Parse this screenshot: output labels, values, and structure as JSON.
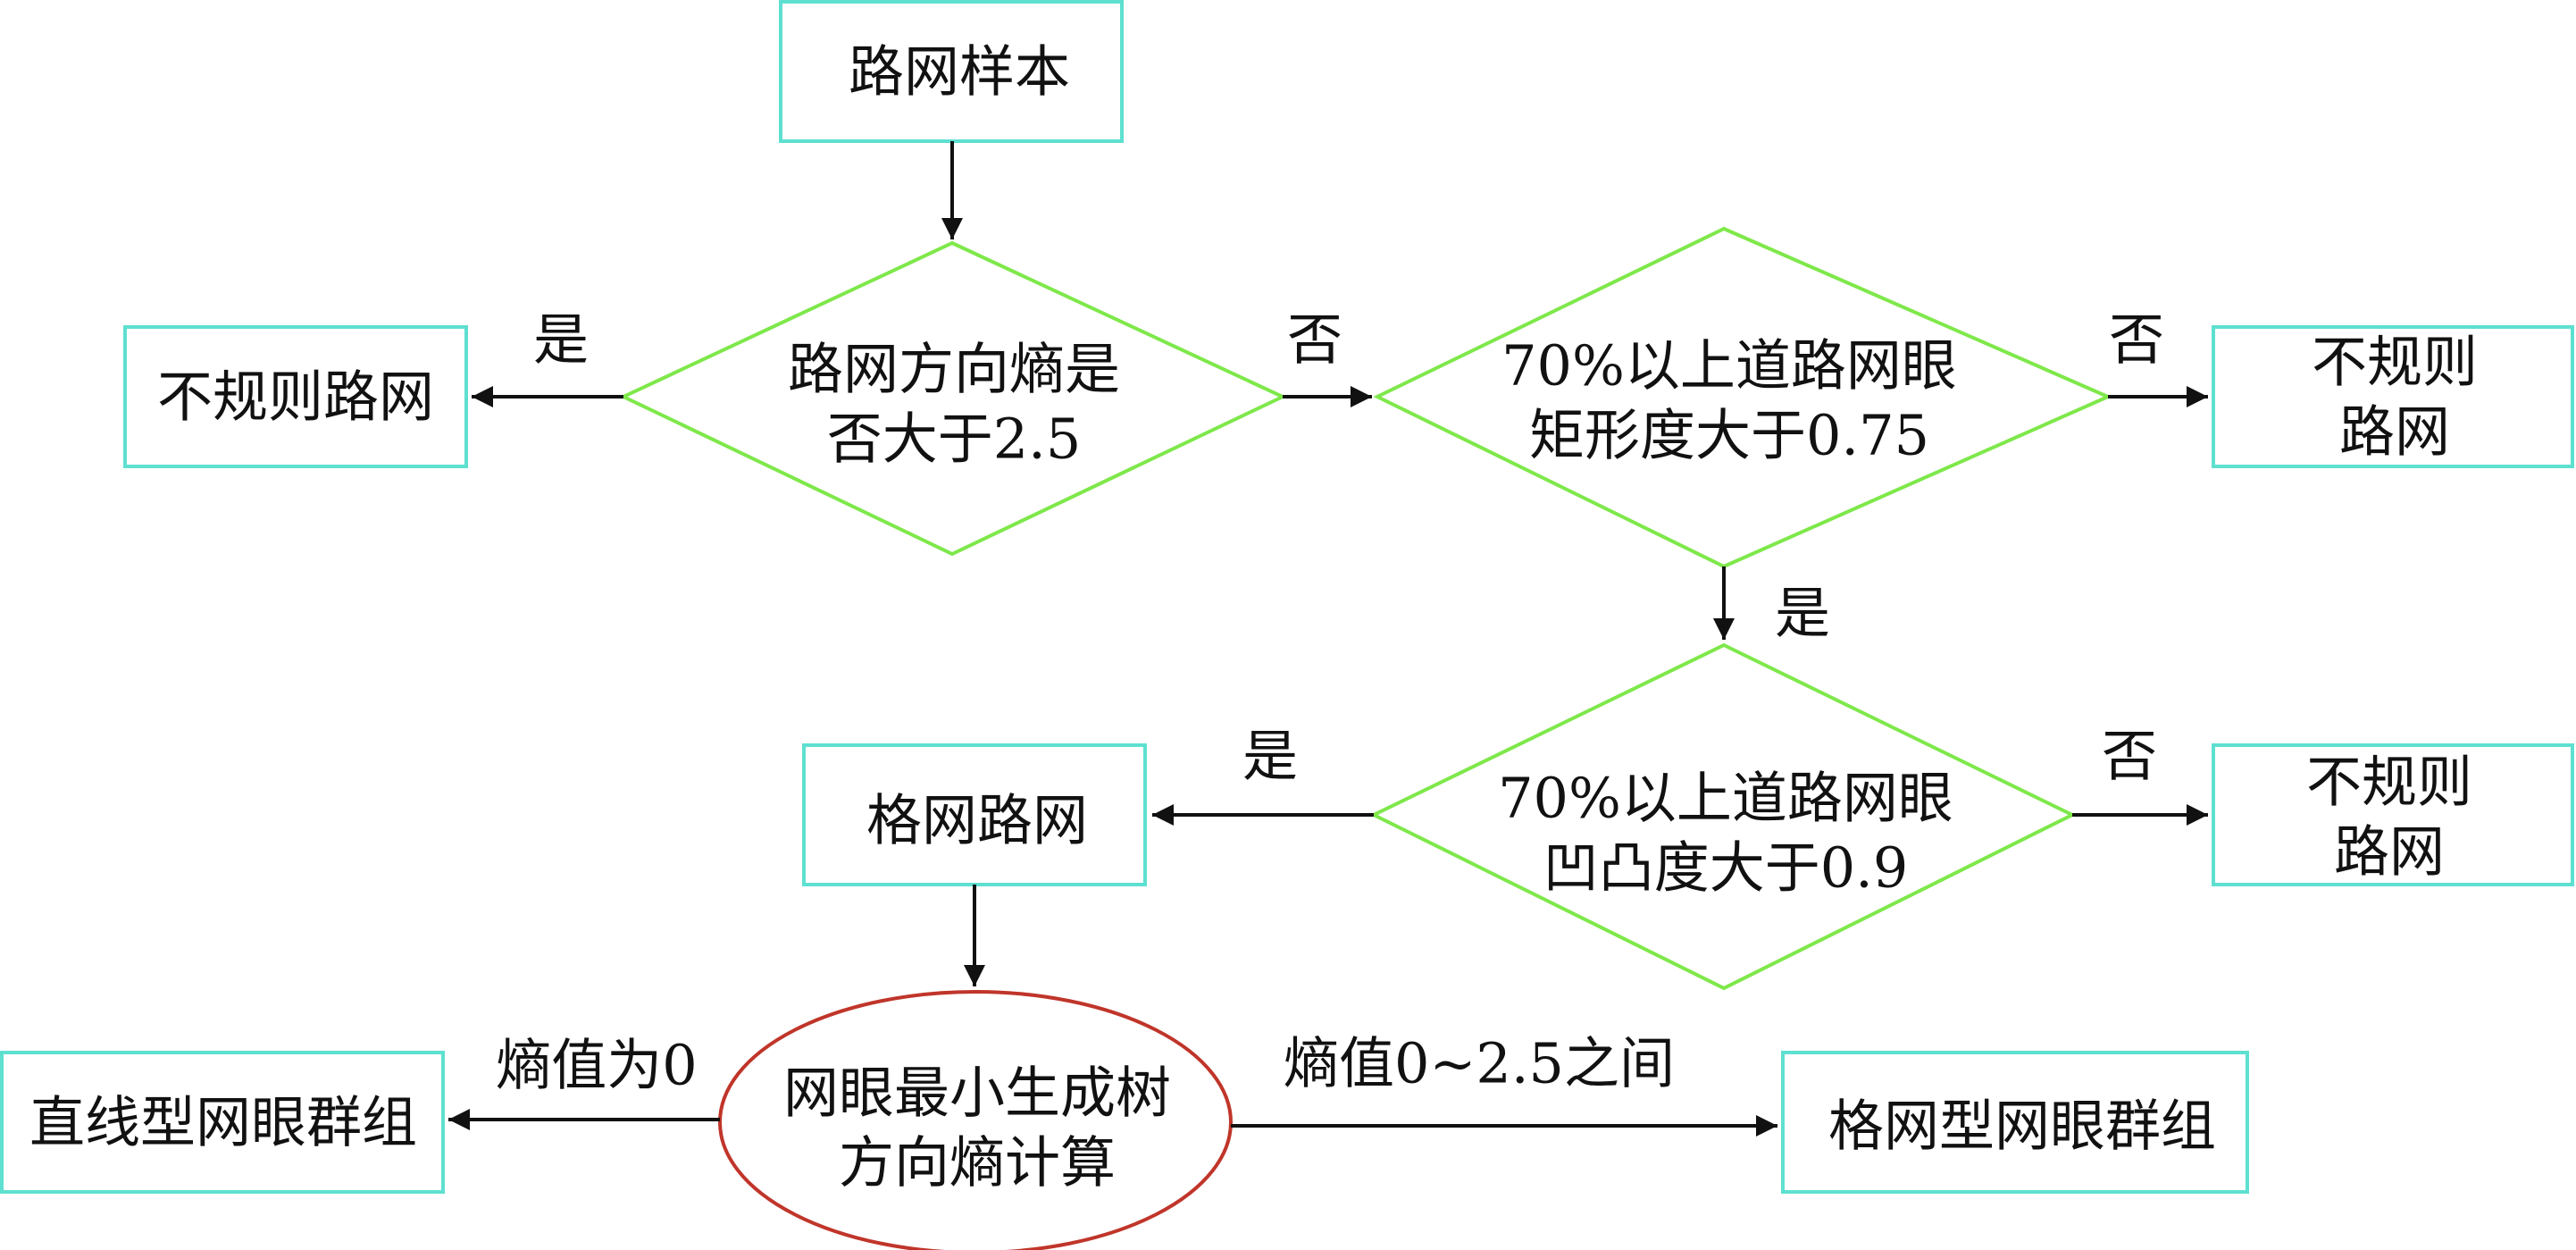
{
  "colors": {
    "box_border": "#5ee0d0",
    "diamond_border": "#7ee84a",
    "ellipse_border": "#c0352a",
    "arrow": "#111111",
    "text": "#111111"
  },
  "nodes": {
    "start": "路网样本",
    "decision_entropy": "路网方向熵是\n否大于2.5",
    "decision_rect": "70%以上道路网眼\n矩形度大于0.75",
    "decision_convex": "70%以上道路网眼\n凹凸度大于0.9",
    "irregular_1": "不规则路网",
    "irregular_2": "不规则路网",
    "irregular_3": "不规则路网",
    "grid_network": "格网路网",
    "mst_entropy": "网眼最小生成树\n方向熵计算",
    "linear_group": "直线型网眼群组",
    "grid_group": "格网型网眼群组"
  },
  "edges": {
    "yes_1": "是",
    "no_1": "否",
    "no_2": "否",
    "yes_2": "是",
    "yes_3": "是",
    "no_3": "否",
    "entropy_zero": "熵值为0",
    "entropy_range": "熵值0~2.5之间"
  }
}
